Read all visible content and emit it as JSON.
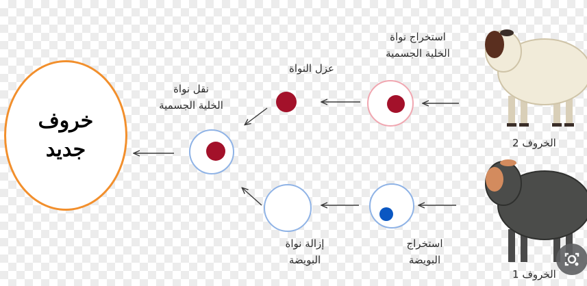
{
  "result": {
    "line1": "خروف",
    "line2": "جديد"
  },
  "labels": {
    "extract_nucleus": {
      "line1": "استخراج نواة",
      "line2": "الخلية الجسمية"
    },
    "isolate_nucleus": {
      "line1": "عزل النواة"
    },
    "transfer_nucleus": {
      "line1": "نقل نواة",
      "line2": "الخلية الجسمية"
    },
    "extract_egg": {
      "line1": "استخراج",
      "line2": "البويضة"
    },
    "remove_egg_nucleus": {
      "line1": "إزالة نواة",
      "line2": "البويضة"
    }
  },
  "sheep": {
    "sheep2": {
      "label": "الخروف 2"
    },
    "sheep1": {
      "label": "الخروف 1"
    }
  },
  "icons": {
    "lens": "lens-icon"
  },
  "colors": {
    "nucleus_red": "#a3112a",
    "nucleus_blue": "#0a57c2",
    "red_cell_border": "#f0a6b0",
    "blue_cell_border": "#8fb3e6",
    "result_border": "#f28f2c",
    "arrow": "#3a3a3a"
  }
}
